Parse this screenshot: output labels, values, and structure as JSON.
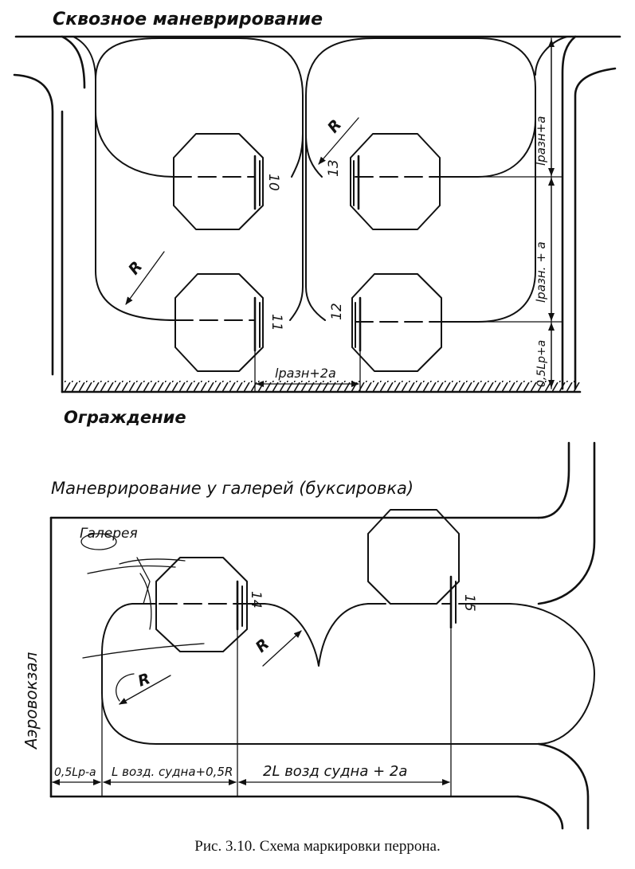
{
  "top_panel": {
    "title": "Сквозное маневрирование",
    "fence_label": "Ограждение",
    "stand_numbers": [
      "10",
      "13",
      "11",
      "12"
    ],
    "radius_labels": [
      "R",
      "R"
    ],
    "dim_lraz_2a": "lразн+2a",
    "dim_lraz_a_upper": "lразн+a",
    "dim_lraz_a_lower": "lразн. + a",
    "dim_half_lp_a": "0,5Lp+a"
  },
  "bottom_panel": {
    "title": "Маневрирование у галерей (буксировка)",
    "gallery_label": "Галерея",
    "terminal_label": "Аэровокзал",
    "stand_numbers": [
      "14",
      "15"
    ],
    "radius_labels": [
      "R",
      "R"
    ],
    "dim_left": "0,5Lp-a",
    "dim_mid": "L возд. судна+0,5R",
    "dim_right": "2L возд судна + 2a"
  },
  "caption": "Рис. 3.10. Схема маркировки перрона."
}
